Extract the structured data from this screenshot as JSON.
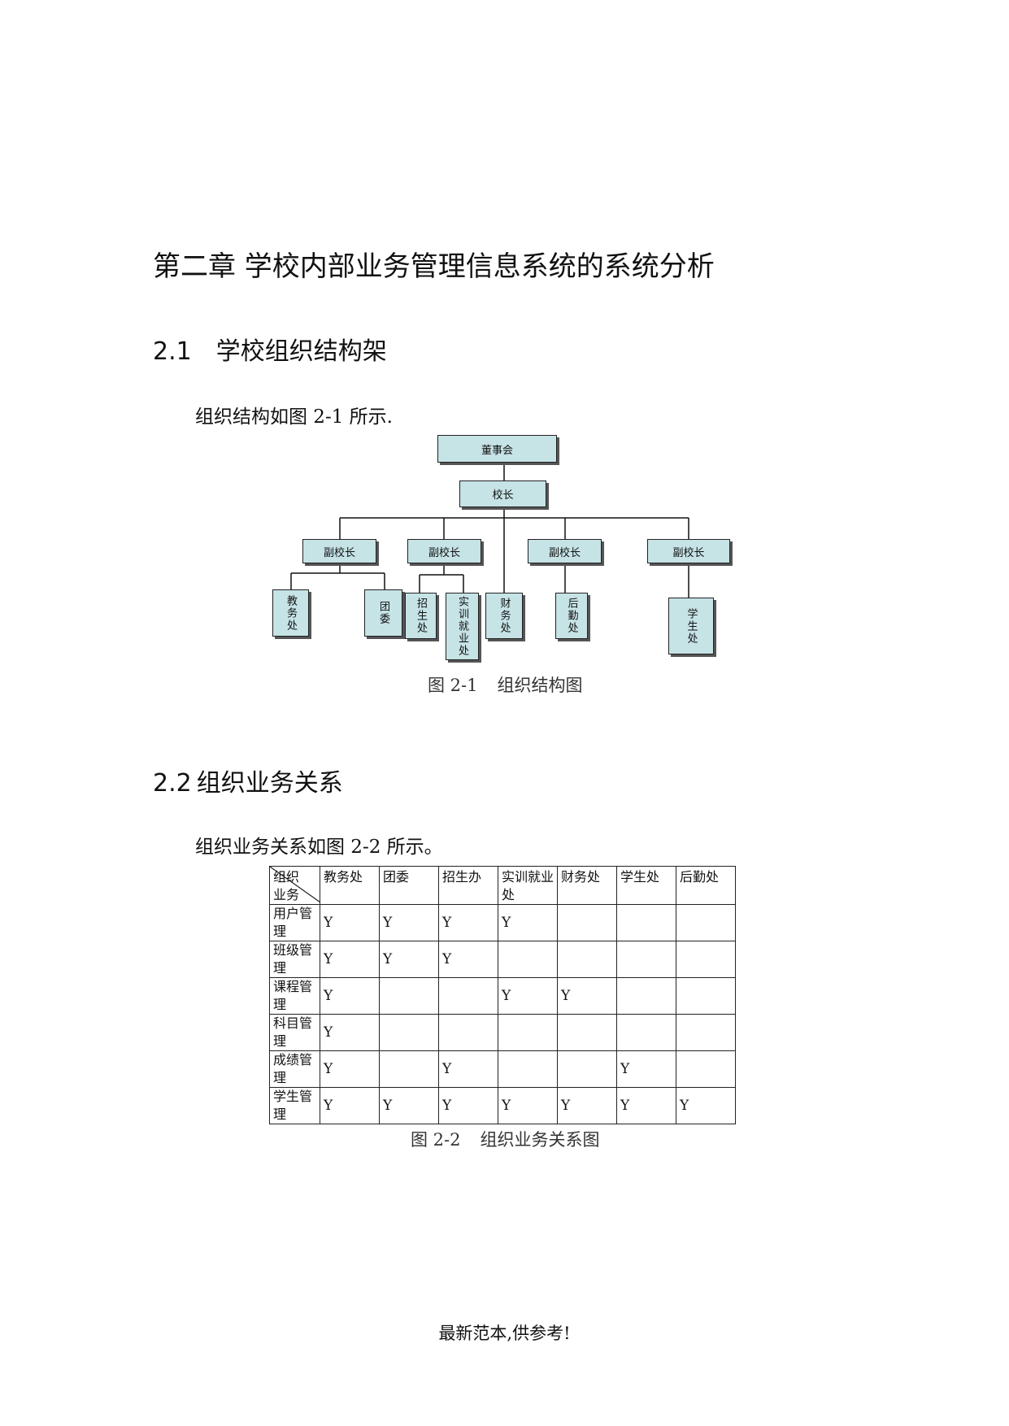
{
  "chapter_title": "第二章 学校内部业务管理信息系统的系统分析",
  "section1": {
    "number": "2.1",
    "title": "学校组织结构架"
  },
  "para1": "组织结构如图 2-1 所示.",
  "org_chart": {
    "board": "董事会",
    "principal": "校长",
    "vice_principals": [
      "副校长",
      "副校长",
      "副校长",
      "副校长"
    ],
    "departments": {
      "academic": "教务处",
      "youth_league": "团委",
      "admissions": "招生处",
      "training": "实训就业处",
      "finance": "财务处",
      "logistics": "后勤处",
      "student": "学生处"
    },
    "caption_label": "图 2-1",
    "caption_text": "组织结构图"
  },
  "section2": {
    "number": "2.2",
    "title": "组织业务关系"
  },
  "para2": "组织业务关系如图 2-2 所示。",
  "business_table": {
    "corner_top": "组织",
    "corner_bottom": "业务",
    "columns": [
      "教务处",
      "团委",
      "招生办",
      "实训就业处",
      "财务处",
      "学生处",
      "后勤处"
    ],
    "rows": [
      {
        "name": "用户管理",
        "cells": [
          "Y",
          "Y",
          "Y",
          "Y",
          "",
          "",
          ""
        ]
      },
      {
        "name": "班级管理",
        "cells": [
          "Y",
          "Y",
          "Y",
          "",
          "",
          "",
          ""
        ]
      },
      {
        "name": "课程管理",
        "cells": [
          "Y",
          "",
          "",
          "Y",
          "Y",
          "",
          ""
        ]
      },
      {
        "name": "科目管理",
        "cells": [
          "Y",
          "",
          "",
          "",
          "",
          "",
          ""
        ]
      },
      {
        "name": "成绩管理",
        "cells": [
          "Y",
          "",
          "Y",
          "",
          "",
          "Y",
          ""
        ]
      },
      {
        "name": "学生管理",
        "cells": [
          "Y",
          "Y",
          "Y",
          "Y",
          "Y",
          "Y",
          "Y"
        ]
      }
    ],
    "caption_label": "图 2-2",
    "caption_text": "组织业务关系图"
  },
  "footer": "最新范本,供参考!"
}
